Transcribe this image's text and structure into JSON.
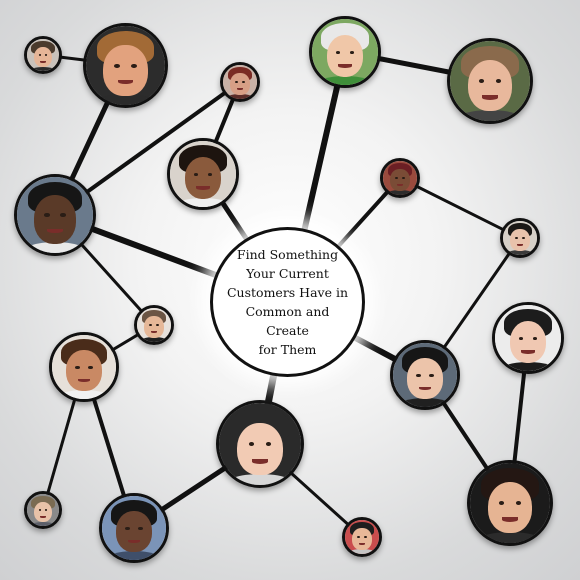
{
  "center": {
    "lines": [
      "Find Something",
      "Your Current",
      "Customers Have in",
      "Common and Create",
      "for Them"
    ]
  },
  "nodes": [
    {
      "id": "p1",
      "skin": "#e6b597",
      "hair": "#4a3a2c",
      "bg": "#c9c2bb",
      "shirt": "#2b2b2b"
    },
    {
      "id": "p2",
      "skin": "#e2a27e",
      "hair": "#a26a36",
      "bg": "#2c2c2c",
      "shirt": "#2b2b2b"
    },
    {
      "id": "p3",
      "skin": "#f0c7a8",
      "hair": "#e8e8e8",
      "bg": "#7da861",
      "shirt": "#3f8f3a"
    },
    {
      "id": "p4",
      "skin": "#e8b89c",
      "hair": "#8a6a4c",
      "bg": "#5a6a45",
      "shirt": "#444444"
    },
    {
      "id": "p5",
      "skin": "#d79f86",
      "hair": "#7a2b24",
      "bg": "#c9b2a7",
      "shirt": "#5a2c28"
    },
    {
      "id": "p6",
      "skin": "#8a5a3c",
      "hair": "#1d140f",
      "bg": "#d9d3cc",
      "shirt": "#efefef"
    },
    {
      "id": "p7",
      "skin": "#5a3a28",
      "hair": "#161616",
      "bg": "#6a7a8c",
      "shirt": "#e9e9e9"
    },
    {
      "id": "p8",
      "skin": "#7a4c36",
      "hair": "#6b1f24",
      "bg": "#9a4a3d",
      "shirt": "#2c2c2c"
    },
    {
      "id": "p9",
      "skin": "#e9c2ab",
      "hair": "#1b1816",
      "bg": "#d6d0c8",
      "shirt": "#3a3a3a"
    },
    {
      "id": "p10",
      "skin": "#e6b898",
      "hair": "#6b5544",
      "bg": "#e8e2dc",
      "shirt": "#1f1f1f"
    },
    {
      "id": "p11",
      "skin": "#f0c8b2",
      "hair": "#1c1c1c",
      "bg": "#ececec",
      "shirt": "#1c1c1c"
    },
    {
      "id": "p12",
      "skin": "#c98964",
      "hair": "#4a2c1a",
      "bg": "#e6e0d9",
      "shirt": "#f1f1f1"
    },
    {
      "id": "p13",
      "skin": "#ecc4aa",
      "hair": "#161616",
      "bg": "#5d6a78",
      "shirt": "#202020"
    },
    {
      "id": "p14",
      "skin": "#f2cbb4",
      "hair": "#2a2a2a",
      "bg": "#2a2a2a",
      "shirt": "#d7d7d7"
    },
    {
      "id": "p15",
      "skin": "#e8c2a8",
      "hair": "#7a6b52",
      "bg": "#8a8a8a",
      "shirt": "#5c5f6a"
    },
    {
      "id": "p16",
      "skin": "#6a4431",
      "hair": "#161616",
      "bg": "#7b94b8",
      "shirt": "#3f4f6a"
    },
    {
      "id": "p17",
      "skin": "#e8b898",
      "hair": "#1e1e1e",
      "bg": "#c94d4d",
      "shirt": "#c5c5c5"
    },
    {
      "id": "p18",
      "skin": "#e6b493",
      "hair": "#241713",
      "bg": "#1b1b1b",
      "shirt": "#2b2b2b"
    }
  ]
}
